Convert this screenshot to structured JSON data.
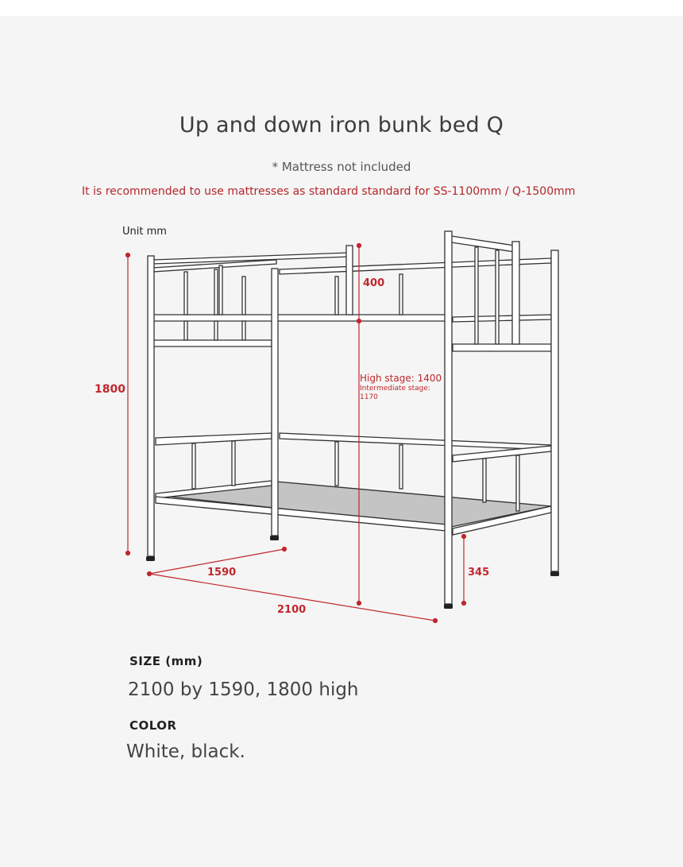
{
  "title": "Up and down iron bunk bed Q",
  "note": "* Mattress not included",
  "recommendation": "It is recommended to use mattresses as standard standard for SS-1100mm / Q-1500mm",
  "unit_label": "Unit mm",
  "dimensions": {
    "height": "1800",
    "guardrail": "400",
    "high_stage": "High stage: 1400",
    "intermediate_stage": "Intermediate stage: 1170",
    "width": "1590",
    "length": "2100",
    "bottom_clearance": "345"
  },
  "specs": {
    "size_label": "SIZE (mm)",
    "size_value": "2100 by 1590, 1800 high",
    "color_label": "COLOR",
    "color_value": "White, black."
  },
  "colors": {
    "accent_red": "#c0272d",
    "frame": "#333333",
    "mattress_panel": "#c4c4c4",
    "background": "#f5f5f5"
  }
}
